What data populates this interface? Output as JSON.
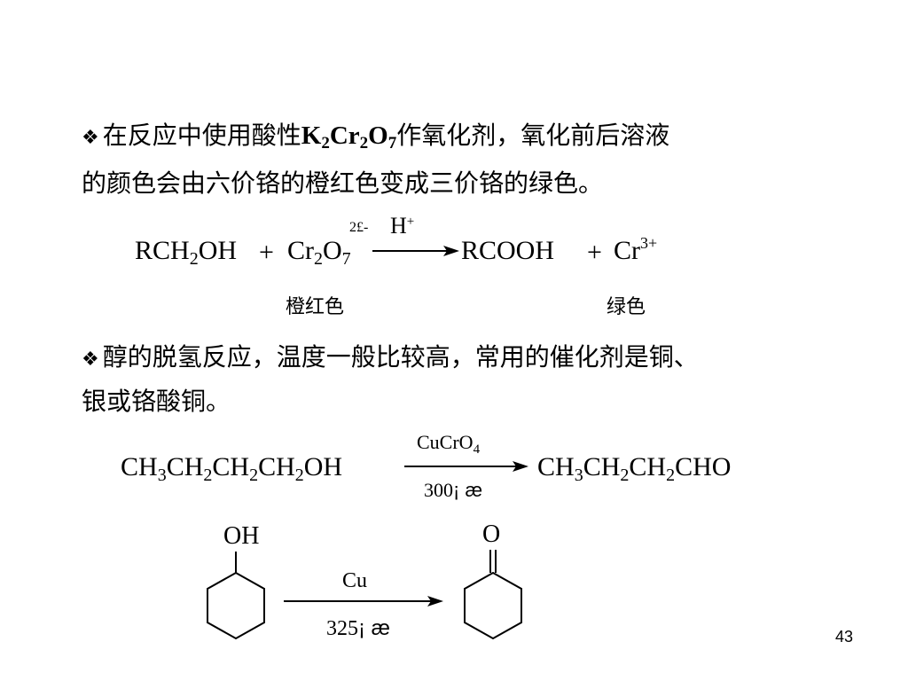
{
  "section1": {
    "bullet": "❖",
    "line1_pre": "在反应中使用酸性",
    "formula_k": "K",
    "formula_k_sub": "2",
    "formula_cr": "Cr",
    "formula_cr_sub": "2",
    "formula_o": "O",
    "formula_o_sub": "7",
    "line1_post": "作氧化剂，氧化前后溶液",
    "line2": "的颜色会由六价铬的橙红色变成三价铬的绿色。"
  },
  "reaction1": {
    "r1_a": "RCH",
    "r1_sub": "2",
    "r1_b": "OH",
    "plus1": "+",
    "r2_a": "Cr",
    "r2_sub1": "2",
    "r2_b": "O",
    "r2_sub2": "7",
    "r2_charge": "2£-",
    "catalyst": "H",
    "catalyst_sup": "+",
    "p1": "RCOOH",
    "plus2": "+",
    "p2": "Cr",
    "p2_sup": "3+",
    "color_left": "橙红色",
    "color_right": "绿色"
  },
  "section2": {
    "bullet": "❖",
    "line1": "醇的脱氢反应，温度一般比较高，常用的催化剂是铜、",
    "line2": "银或铬酸铜。"
  },
  "reaction2": {
    "reactant": [
      "CH",
      "3",
      "CH",
      "2",
      "CH",
      "2",
      "CH",
      "2",
      "OH"
    ],
    "catalyst_a": "CuCrO",
    "catalyst_sub": "4",
    "condition_num": "300",
    "condition_sym": "¡ æ",
    "product": [
      "CH",
      "3",
      "CH",
      "2",
      "CH",
      "2",
      "CHO"
    ]
  },
  "reaction3": {
    "oh_label": "OH",
    "o_label": "O",
    "catalyst": "Cu",
    "condition_num": "325",
    "condition_sym": "¡ æ"
  },
  "page_number": "43"
}
